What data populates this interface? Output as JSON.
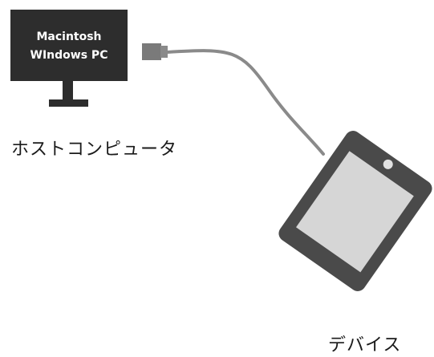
{
  "host": {
    "screen_line_1": "Macintosh",
    "screen_line_2": "WIndows PC",
    "label": "ホストコンピュータ"
  },
  "device": {
    "label": "デバイス"
  },
  "colors": {
    "monitor": "#2d2d2d",
    "cable": "#8a8a8a",
    "connector": "#7a7a7a",
    "tablet_body": "#4a4a4a",
    "tablet_screen": "#d6d6d6",
    "tablet_button": "#e2e2e2"
  }
}
